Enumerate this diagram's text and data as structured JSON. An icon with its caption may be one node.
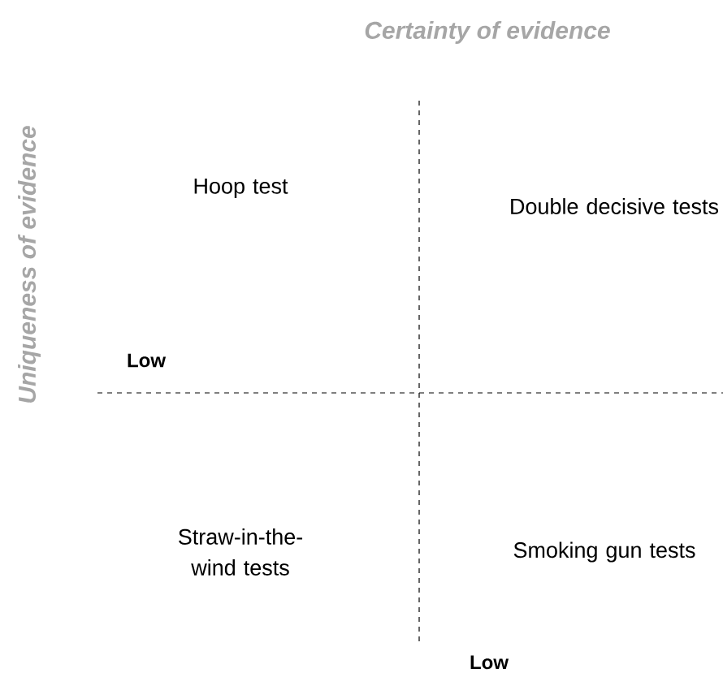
{
  "diagram": {
    "labels": [
      "Certainty of evidence",
      "Uniqueness of evidence",
      "Hoop test",
      "Double decisive tests",
      "Low",
      "Straw-in-the- wind tests",
      "Smoking gun tests",
      "Low"
    ]
  }
}
